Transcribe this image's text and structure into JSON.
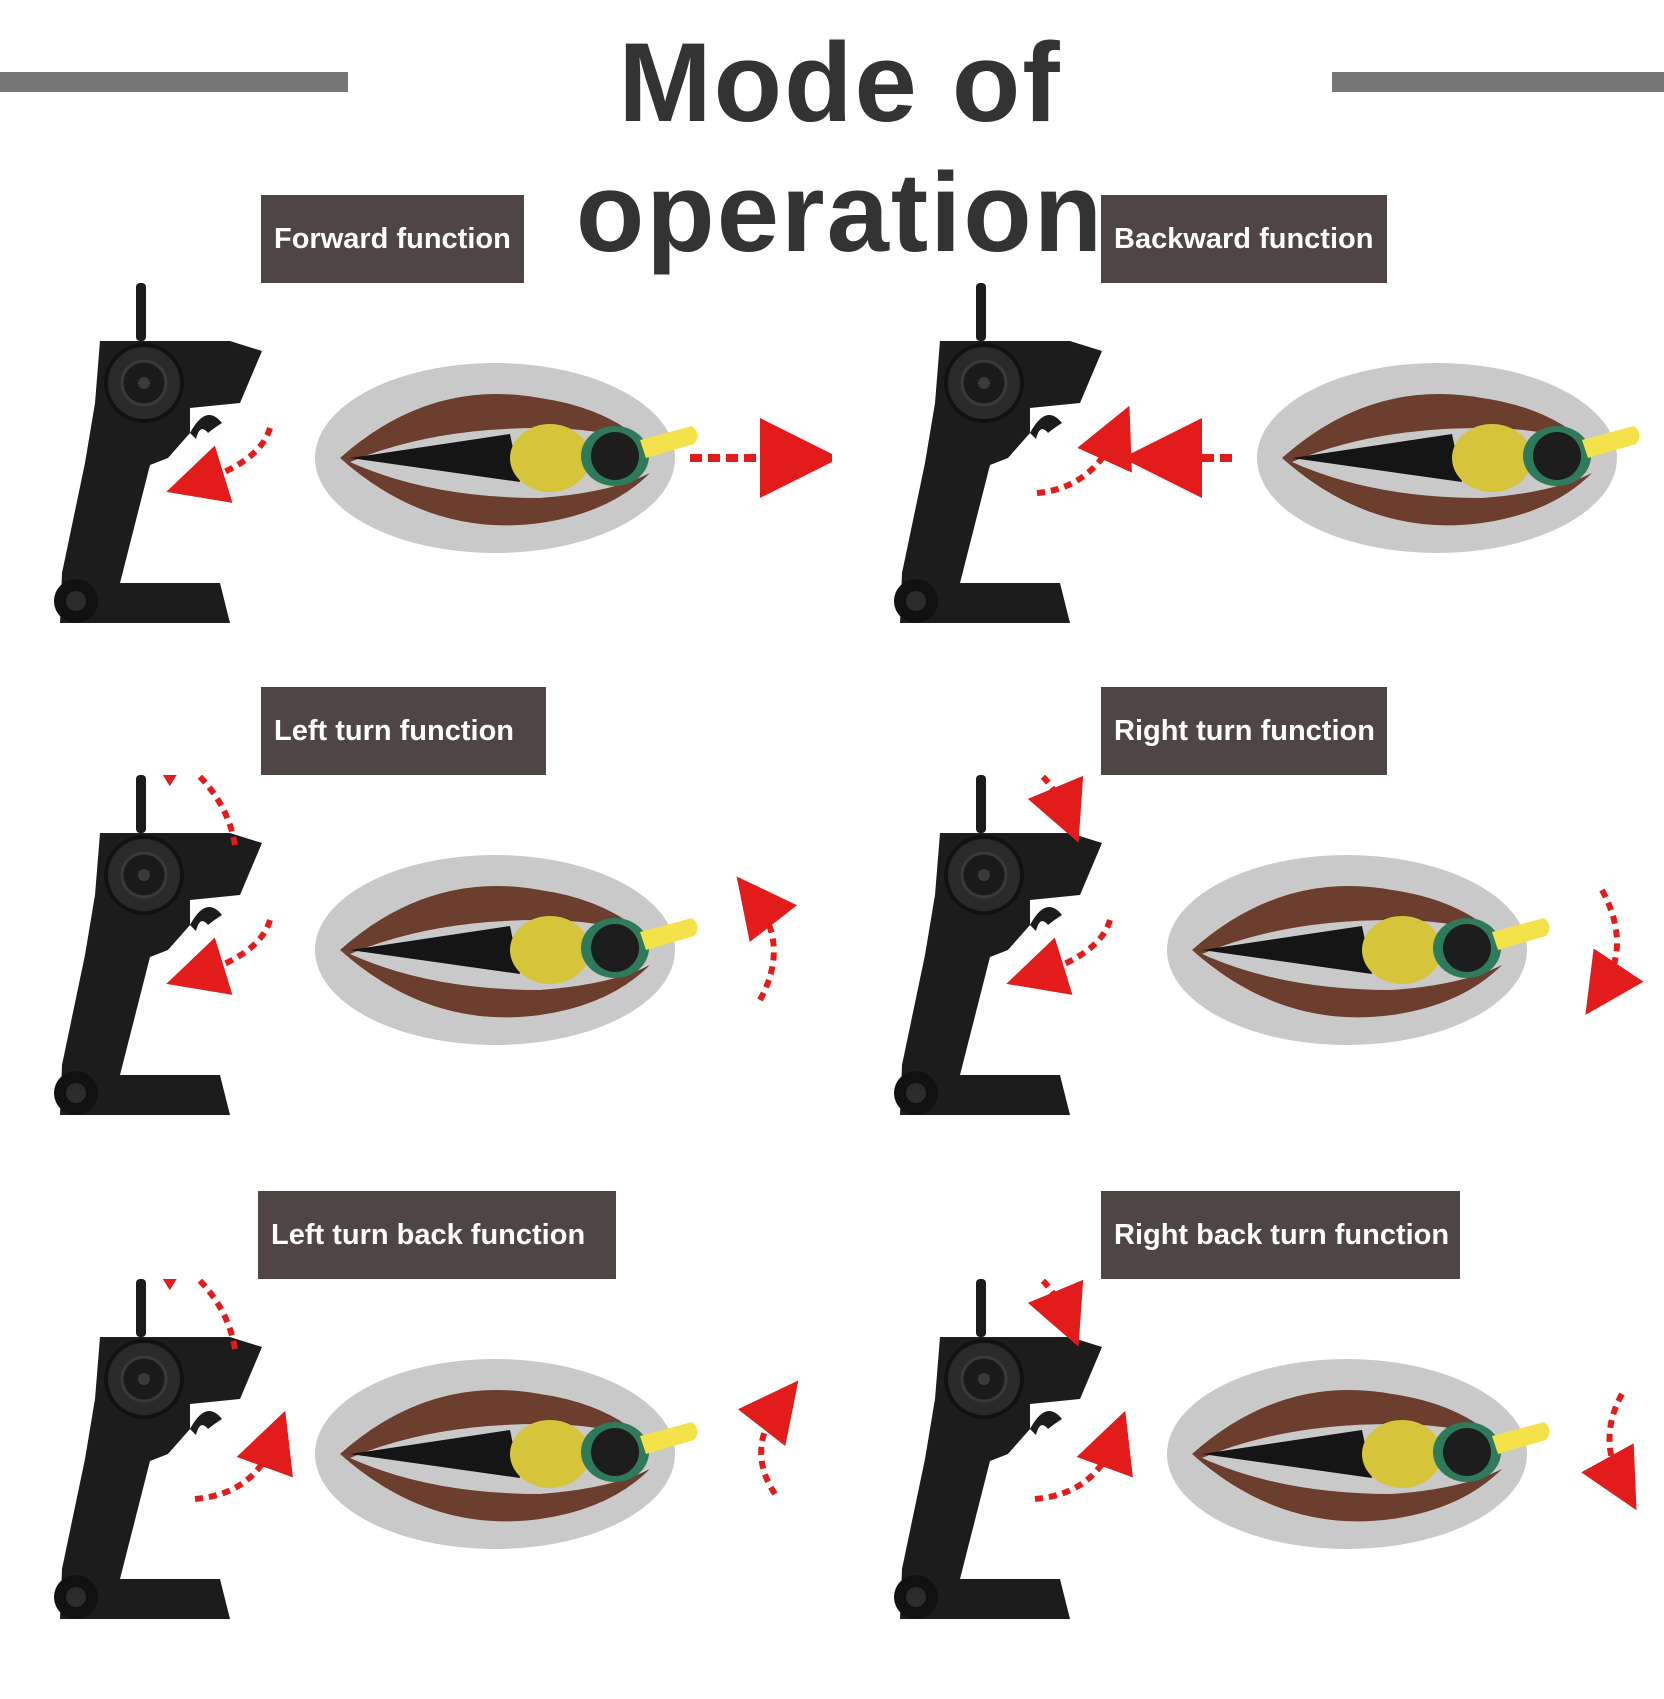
{
  "title": "Mode of operation",
  "colors": {
    "title_text": "#333333",
    "rule": "#777777",
    "label_bg": "#4f4545",
    "label_text": "#ffffff",
    "arrow": "#e21b1b",
    "controller": "#1c1c1c",
    "duck_body": "#c9c9c9",
    "duck_wing": "#6b3e2e",
    "duck_crest": "#d6c43a",
    "duck_beak": "#f3e24a",
    "duck_neck": "#2f7a5a"
  },
  "panels": [
    {
      "label": "Forward function",
      "icon": "forward-arrow"
    },
    {
      "label": "Backward function",
      "icon": "backward-arrow"
    },
    {
      "label": "Left turn function",
      "icon": "left-turn-arrow"
    },
    {
      "label": "Right turn function",
      "icon": "right-turn-arrow"
    },
    {
      "label": "Left turn back function",
      "icon": "left-back-arrow"
    },
    {
      "label": "Right back turn function",
      "icon": "right-back-arrow"
    }
  ]
}
